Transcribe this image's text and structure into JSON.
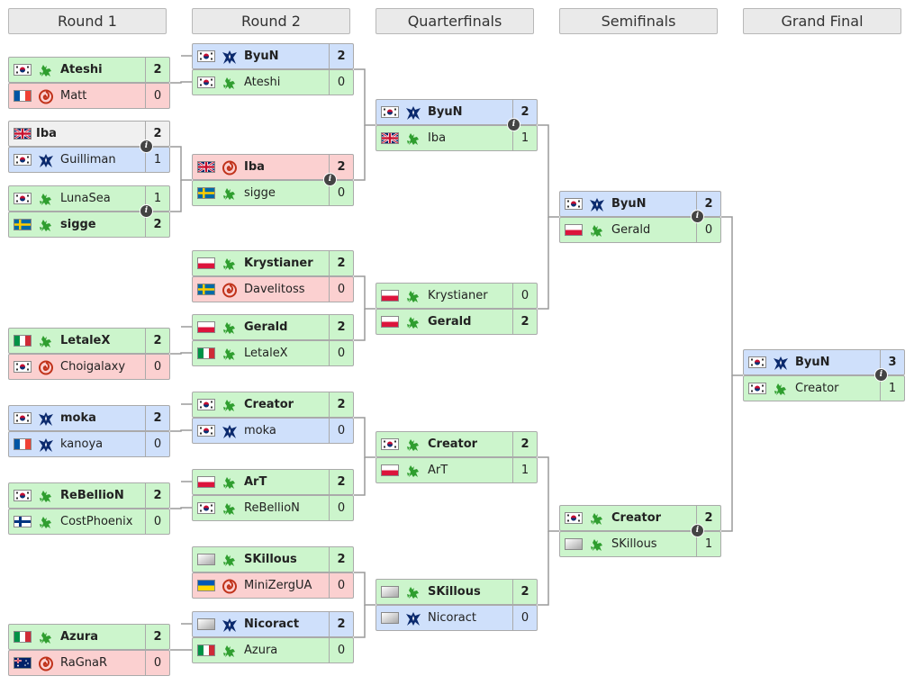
{
  "rounds": [
    "Round 1",
    "Round 2",
    "Quarterfinals",
    "Semifinals",
    "Grand Final"
  ],
  "colors": {
    "win": "#ccf5cc",
    "lose_zerg": "#fbd0d0",
    "terran": "#cfe0fb",
    "neutral": "#f0f0f0",
    "border": "#aaaaaa",
    "line": "#9a9a9a"
  },
  "flag_legend": [
    "kr",
    "fr",
    "uk",
    "se",
    "pl",
    "it",
    "fi",
    "ua",
    "au",
    "unknown"
  ],
  "race_legend": {
    "t": "terran-icon",
    "p": "protoss-icon",
    "z": "zerg-icon"
  },
  "matches": [
    {
      "id": "r1m1",
      "round": 0,
      "info": false,
      "p": [
        {
          "name": "Ateshi",
          "flag": "kr",
          "race": "p",
          "score": "2",
          "win": true,
          "bg": "g"
        },
        {
          "name": "Matt",
          "flag": "fr",
          "race": "z",
          "score": "0",
          "win": false,
          "bg": "r"
        }
      ]
    },
    {
      "id": "r1m2",
      "round": 0,
      "info": true,
      "p": [
        {
          "name": "Iba",
          "flag": "uk",
          "race": "",
          "score": "2",
          "win": true,
          "bg": "n"
        },
        {
          "name": "Guilliman",
          "flag": "kr",
          "race": "t",
          "score": "1",
          "win": false,
          "bg": "b"
        }
      ]
    },
    {
      "id": "r1m3",
      "round": 0,
      "info": true,
      "p": [
        {
          "name": "LunaSea",
          "flag": "kr",
          "race": "p",
          "score": "1",
          "win": false,
          "bg": "g"
        },
        {
          "name": "sigge",
          "flag": "se",
          "race": "p",
          "score": "2",
          "win": true,
          "bg": "g"
        }
      ]
    },
    {
      "id": "r1m4",
      "round": 0,
      "info": false,
      "p": [
        {
          "name": "LetaleX",
          "flag": "it",
          "race": "p",
          "score": "2",
          "win": true,
          "bg": "g"
        },
        {
          "name": "Choigalaxy",
          "flag": "kr",
          "race": "z",
          "score": "0",
          "win": false,
          "bg": "r"
        }
      ]
    },
    {
      "id": "r1m5",
      "round": 0,
      "info": false,
      "p": [
        {
          "name": "moka",
          "flag": "kr",
          "race": "t",
          "score": "2",
          "win": true,
          "bg": "b"
        },
        {
          "name": "kanoya",
          "flag": "fr",
          "race": "t",
          "score": "0",
          "win": false,
          "bg": "b"
        }
      ]
    },
    {
      "id": "r1m6",
      "round": 0,
      "info": false,
      "p": [
        {
          "name": "ReBellioN",
          "flag": "kr",
          "race": "p",
          "score": "2",
          "win": true,
          "bg": "g"
        },
        {
          "name": "CostPhoenix",
          "flag": "fi",
          "race": "p",
          "score": "0",
          "win": false,
          "bg": "g"
        }
      ]
    },
    {
      "id": "r1m7",
      "round": 0,
      "info": false,
      "p": [
        {
          "name": "Azura",
          "flag": "it",
          "race": "p",
          "score": "2",
          "win": true,
          "bg": "g"
        },
        {
          "name": "RaGnaR",
          "flag": "au",
          "race": "z",
          "score": "0",
          "win": false,
          "bg": "r"
        }
      ]
    },
    {
      "id": "r2m1",
      "round": 1,
      "info": false,
      "p": [
        {
          "name": "ByuN",
          "flag": "kr",
          "race": "t",
          "score": "2",
          "win": true,
          "bg": "b"
        },
        {
          "name": "Ateshi",
          "flag": "kr",
          "race": "p",
          "score": "0",
          "win": false,
          "bg": "g"
        }
      ]
    },
    {
      "id": "r2m2",
      "round": 1,
      "info": true,
      "p": [
        {
          "name": "Iba",
          "flag": "uk",
          "race": "z",
          "score": "2",
          "win": true,
          "bg": "r"
        },
        {
          "name": "sigge",
          "flag": "se",
          "race": "p",
          "score": "0",
          "win": false,
          "bg": "g"
        }
      ]
    },
    {
      "id": "r2m3",
      "round": 1,
      "info": false,
      "p": [
        {
          "name": "Krystianer",
          "flag": "pl",
          "race": "p",
          "score": "2",
          "win": true,
          "bg": "g"
        },
        {
          "name": "Davelitoss",
          "flag": "se",
          "race": "z",
          "score": "0",
          "win": false,
          "bg": "r"
        }
      ]
    },
    {
      "id": "r2m4",
      "round": 1,
      "info": false,
      "p": [
        {
          "name": "Gerald",
          "flag": "pl",
          "race": "p",
          "score": "2",
          "win": true,
          "bg": "g"
        },
        {
          "name": "LetaleX",
          "flag": "it",
          "race": "p",
          "score": "0",
          "win": false,
          "bg": "g"
        }
      ]
    },
    {
      "id": "r2m5",
      "round": 1,
      "info": false,
      "p": [
        {
          "name": "Creator",
          "flag": "kr",
          "race": "p",
          "score": "2",
          "win": true,
          "bg": "g"
        },
        {
          "name": "moka",
          "flag": "kr",
          "race": "t",
          "score": "0",
          "win": false,
          "bg": "b"
        }
      ]
    },
    {
      "id": "r2m6",
      "round": 1,
      "info": false,
      "p": [
        {
          "name": "ArT",
          "flag": "pl",
          "race": "p",
          "score": "2",
          "win": true,
          "bg": "g"
        },
        {
          "name": "ReBellioN",
          "flag": "kr",
          "race": "p",
          "score": "0",
          "win": false,
          "bg": "g"
        }
      ]
    },
    {
      "id": "r2m7",
      "round": 1,
      "info": false,
      "p": [
        {
          "name": "SKillous",
          "flag": "unknown",
          "race": "p",
          "score": "2",
          "win": true,
          "bg": "g"
        },
        {
          "name": "MiniZergUA",
          "flag": "ua",
          "race": "z",
          "score": "0",
          "win": false,
          "bg": "r"
        }
      ]
    },
    {
      "id": "r2m8",
      "round": 1,
      "info": false,
      "p": [
        {
          "name": "Nicoract",
          "flag": "unknown",
          "race": "t",
          "score": "2",
          "win": true,
          "bg": "b"
        },
        {
          "name": "Azura",
          "flag": "it",
          "race": "p",
          "score": "0",
          "win": false,
          "bg": "g"
        }
      ]
    },
    {
      "id": "qf1",
      "round": 2,
      "info": true,
      "p": [
        {
          "name": "ByuN",
          "flag": "kr",
          "race": "t",
          "score": "2",
          "win": true,
          "bg": "b"
        },
        {
          "name": "Iba",
          "flag": "uk",
          "race": "p",
          "score": "1",
          "win": false,
          "bg": "g"
        }
      ]
    },
    {
      "id": "qf2",
      "round": 2,
      "info": false,
      "p": [
        {
          "name": "Krystianer",
          "flag": "pl",
          "race": "p",
          "score": "0",
          "win": false,
          "bg": "g"
        },
        {
          "name": "Gerald",
          "flag": "pl",
          "race": "p",
          "score": "2",
          "win": true,
          "bg": "g"
        }
      ]
    },
    {
      "id": "qf3",
      "round": 2,
      "info": false,
      "p": [
        {
          "name": "Creator",
          "flag": "kr",
          "race": "p",
          "score": "2",
          "win": true,
          "bg": "g"
        },
        {
          "name": "ArT",
          "flag": "pl",
          "race": "p",
          "score": "1",
          "win": false,
          "bg": "g"
        }
      ]
    },
    {
      "id": "qf4",
      "round": 2,
      "info": false,
      "p": [
        {
          "name": "SKillous",
          "flag": "unknown",
          "race": "p",
          "score": "2",
          "win": true,
          "bg": "g"
        },
        {
          "name": "Nicoract",
          "flag": "unknown",
          "race": "t",
          "score": "0",
          "win": false,
          "bg": "b"
        }
      ]
    },
    {
      "id": "sf1",
      "round": 3,
      "info": true,
      "p": [
        {
          "name": "ByuN",
          "flag": "kr",
          "race": "t",
          "score": "2",
          "win": true,
          "bg": "b"
        },
        {
          "name": "Gerald",
          "flag": "pl",
          "race": "p",
          "score": "0",
          "win": false,
          "bg": "g"
        }
      ]
    },
    {
      "id": "sf2",
      "round": 3,
      "info": true,
      "p": [
        {
          "name": "Creator",
          "flag": "kr",
          "race": "p",
          "score": "2",
          "win": true,
          "bg": "g"
        },
        {
          "name": "SKillous",
          "flag": "unknown",
          "race": "p",
          "score": "1",
          "win": false,
          "bg": "g"
        }
      ]
    },
    {
      "id": "gf",
      "round": 4,
      "info": true,
      "p": [
        {
          "name": "ByuN",
          "flag": "kr",
          "race": "t",
          "score": "3",
          "win": true,
          "bg": "b"
        },
        {
          "name": "Creator",
          "flag": "kr",
          "race": "p",
          "score": "1",
          "win": false,
          "bg": "g"
        }
      ]
    }
  ]
}
